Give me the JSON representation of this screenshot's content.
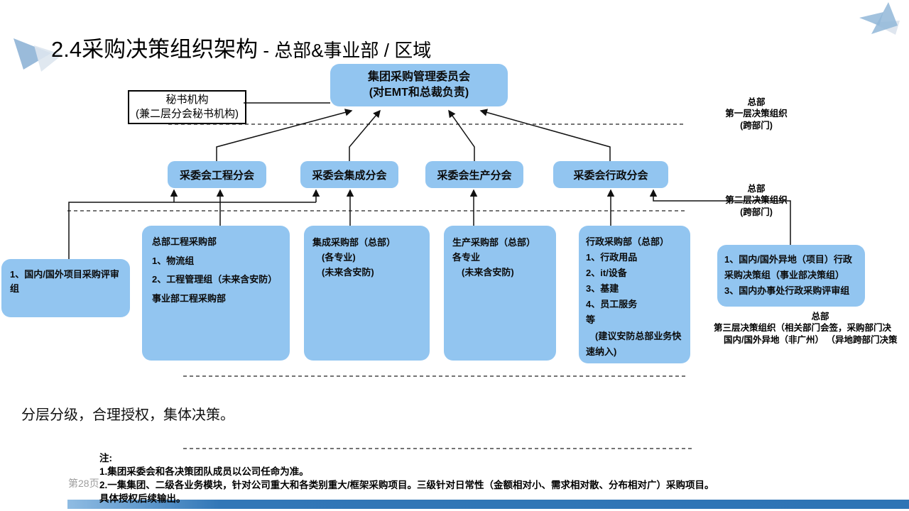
{
  "slide": {
    "title_main": "2.4采购决策组织架构",
    "title_suffix": " - 总部&事业部 / 区域",
    "summary": "分层分级，合理授权，集体决策。",
    "page_number": "第28页",
    "colors": {
      "box_blue": "#92C5F0",
      "footer_bar_blue": "#2E74B5",
      "decoration_blue": "#8FB4D6",
      "decoration_gray": "#DDE5EE"
    }
  },
  "chart": {
    "top_box": {
      "line1": "集团采购管理委员会",
      "line2": "(对EMT和总裁负责)"
    },
    "secretary": {
      "line1": "秘书机构",
      "line2": "(兼二层分会秘书机构)"
    },
    "levels": [
      {
        "l1": "总部",
        "l2": "第一层决策组织",
        "l3": "(跨部门)"
      },
      {
        "l1": "总部",
        "l2": "第二层决策组织",
        "l3": "(跨部门)"
      },
      {
        "l1": "总部",
        "l2": "第三层决策组织（相关部门会签，采购部门决",
        "l3": "国内/国外异地（非广州） （异地跨部门决策"
      }
    ],
    "committees": [
      {
        "label": "采委会工程分会"
      },
      {
        "label": "采委会集成分会"
      },
      {
        "label": "采委会生产分会"
      },
      {
        "label": "采委会行政分会"
      }
    ],
    "departments": [
      {
        "lines": [
          "1、国内/国外项目采购评审组"
        ]
      },
      {
        "lines": [
          "总部工程采购部",
          "1、物流组",
          "2、工程管理组（未来含安防）",
          "事业部工程采购部"
        ]
      },
      {
        "lines": [
          "集成采购部（总部）",
          "　(各专业)",
          "　(未来含安防)"
        ]
      },
      {
        "lines": [
          "生产采购部（总部）",
          "各专业",
          "　(未来含安防)"
        ]
      },
      {
        "lines": [
          "行政采购部（总部）",
          "1、行政用品",
          "2、it/设备",
          "3、基建",
          "4、员工服务",
          "等",
          "　(建议安防总部业务快速纳入)"
        ]
      },
      {
        "lines": [
          "1、国内/国外异地（项目）行政采购决策组（事业部决策组）",
          "3、国内办事处行政采购评审组"
        ]
      }
    ]
  },
  "notes": {
    "heading": "注:",
    "line1": "1.集团采委会和各决策团队成员以公司任命为准。",
    "line2": "2.一集集团、二级各业务模块，针对公司重大和各类别重大/框架采购项目。三级针对日常性（金额相对小、需求相对散、分布相对广）采购项目。",
    "line3": "具体授权后续输出。"
  }
}
